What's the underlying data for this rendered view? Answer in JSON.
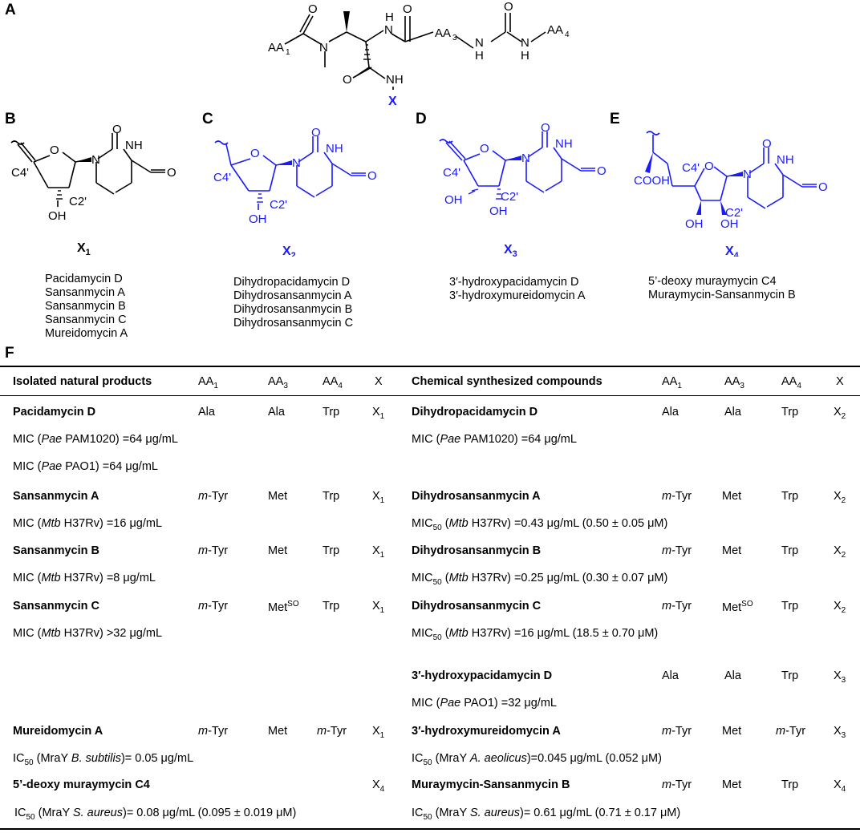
{
  "panels": {
    "A": "A",
    "B": "B",
    "C": "C",
    "D": "D",
    "E": "E",
    "F": "F"
  },
  "structure_labels": {
    "AA1": "AA",
    "AA1_sub": "1",
    "AA3": "AA",
    "AA3_sub": "3",
    "AA4": "AA",
    "AA4_sub": "4",
    "X": "X",
    "O": "O",
    "N": "N",
    "H": "H",
    "NH": "NH",
    "OH": "OH",
    "COOH": "COOH",
    "C4p": "C4'",
    "C2p": "C2'"
  },
  "scaffolds": [
    {
      "label": "X",
      "sub": "1",
      "color": "#000000",
      "compounds": [
        "Pacidamycin D",
        "Sansanmycin A",
        "Sansanmycin B",
        "Sansanmycin C",
        "Mureidomycin A"
      ]
    },
    {
      "label": "X",
      "sub": "2",
      "color": "#1a1aff",
      "compounds": [
        "Dihydropacidamycin D",
        "Dihydrosansanmycin A",
        "Dihydrosansanmycin B",
        "Dihydrosansanmycin C"
      ]
    },
    {
      "label": "X",
      "sub": "3",
      "color": "#1a1aff",
      "compounds": [
        "3′-hydroxypacidamycin D",
        "3′-hydroxymureidomycin A"
      ]
    },
    {
      "label": "X",
      "sub": "4",
      "color": "#1a1aff",
      "compounds": [
        "5’-deoxy muraymycin C4",
        "Muraymycin-Sansanmycin B"
      ]
    }
  ],
  "table": {
    "left_header": {
      "title": "Isolated natural products",
      "aa1": "AA",
      "aa1s": "1",
      "aa3": "AA",
      "aa3s": "3",
      "aa4": "AA",
      "aa4s": "4",
      "x": "X"
    },
    "right_header": {
      "title": "Chemical synthesized compounds",
      "aa1": "AA",
      "aa1s": "1",
      "aa3": "AA",
      "aa3s": "3",
      "aa4": "AA",
      "aa4s": "4",
      "x": "X"
    },
    "left": {
      "pac_name": "Pacidamycin D",
      "pac_aa1": "Ala",
      "pac_aa3": "Ala",
      "pac_aa4": "Trp",
      "pac_x": "X",
      "pac_xs": "1",
      "pac_mic1_a": "MIC (",
      "pac_mic1_i": "Pae",
      "pac_mic1_b": " PAM1020) =64 μg/mL",
      "pac_mic2_a": "MIC (",
      "pac_mic2_i": "Pae",
      "pac_mic2_b": " PAO1) =64 μg/mL",
      "sa_name": "Sansanmycin A",
      "sa_aa1_i": "m",
      "sa_aa1": "-Tyr",
      "sa_aa3": "Met",
      "sa_aa4": "Trp",
      "sa_x": "X",
      "sa_xs": "1",
      "sa_mic_a": "MIC (",
      "sa_mic_i": "Mtb",
      "sa_mic_b": " H37Rv) =16 μg/mL",
      "sb_name": "Sansanmycin B",
      "sb_aa1_i": "m",
      "sb_aa1": "-Tyr",
      "sb_aa3": "Met",
      "sb_aa4": "Trp",
      "sb_x": "X",
      "sb_xs": "1",
      "sb_mic_a": "MIC (",
      "sb_mic_i": "Mtb",
      "sb_mic_b": " H37Rv) =8 μg/mL",
      "sc_name": "Sansanmycin C",
      "sc_aa1_i": "m",
      "sc_aa1": "-Tyr",
      "sc_aa3": "Met",
      "sc_aa3_sup": "SO",
      "sc_aa4": "Trp",
      "sc_x": "X",
      "sc_xs": "1",
      "sc_mic_a": "MIC (",
      "sc_mic_i": "Mtb",
      "sc_mic_b": " H37Rv) >32 μg/mL",
      "ma_name": "Mureidomycin A",
      "ma_aa1_i": "m",
      "ma_aa1": "-Tyr",
      "ma_aa3": "Met",
      "ma_aa4_i": "m",
      "ma_aa4": "-Tyr",
      "ma_x": "X",
      "ma_xs": "1",
      "ma_ic_a": "IC",
      "ma_ic_s": "50",
      "ma_ic_b": " (MraY ",
      "ma_ic_i": "B. subtilis",
      "ma_ic_c": ")= 0.05 μg/mL",
      "mu_name": "5’-deoxy muraymycin C4",
      "mu_x": "X",
      "mu_xs": "4",
      "mu_ic_a": "IC",
      "mu_ic_s": "50",
      "mu_ic_b": " (MraY ",
      "mu_ic_i": "S. aureus",
      "mu_ic_c": ")= 0.08 μg/mL (0.095 ± 0.019 μM)"
    },
    "right": {
      "dpac_name": "Dihydropacidamycin D",
      "dpac_aa1": "Ala",
      "dpac_aa3": "Ala",
      "dpac_aa4": "Trp",
      "dpac_x": "X",
      "dpac_xs": "2",
      "dpac_mic_a": "MIC (",
      "dpac_mic_i": "Pae",
      "dpac_mic_b": " PAM1020) =64 μg/mL",
      "dsa_name": "Dihydrosansanmycin A",
      "dsa_aa1_i": "m",
      "dsa_aa1": "-Tyr",
      "dsa_aa3": "Met",
      "dsa_aa4": "Trp",
      "dsa_x": "X",
      "dsa_xs": "2",
      "dsa_mic_a": "MIC",
      "dsa_mic_s": "50",
      "dsa_mic_b": " (",
      "dsa_mic_i": "Mtb",
      "dsa_mic_c": " H37Rv) =0.43 μg/mL (0.50 ± 0.05 μM)",
      "dsb_name": "Dihydrosansanmycin B",
      "dsb_aa1_i": "m",
      "dsb_aa1": "-Tyr",
      "dsb_aa3": "Met",
      "dsb_aa4": "Trp",
      "dsb_x": "X",
      "dsb_xs": "2",
      "dsb_mic_a": "MIC",
      "dsb_mic_s": "50",
      "dsb_mic_b": " (",
      "dsb_mic_i": "Mtb",
      "dsb_mic_c": "  H37Rv) =0.25 μg/mL (0.30 ± 0.07 μM)",
      "dsc_name": "Dihydrosansanmycin C",
      "dsc_aa1_i": "m",
      "dsc_aa1": "-Tyr",
      "dsc_aa3": "Met",
      "dsc_aa3_sup": "SO",
      "dsc_aa4": "Trp",
      "dsc_x": "X",
      "dsc_xs": "2",
      "dsc_mic_a": "MIC",
      "dsc_mic_s": "50",
      "dsc_mic_b": " (",
      "dsc_mic_i": "Mtb",
      "dsc_mic_c": " H37Rv) =16 μg/mL (18.5 ± 0.70 μM)",
      "hpac_name": "3′-hydroxypacidamycin D",
      "hpac_aa1": "Ala",
      "hpac_aa3": "Ala",
      "hpac_aa4": "Trp",
      "hpac_x": "X",
      "hpac_xs": "3",
      "hpac_mic_a": "MIC (",
      "hpac_mic_i": "Pae",
      "hpac_mic_b": " PAO1) =32 μg/mL",
      "hma_name": "3′-hydroxymureidomycin A",
      "hma_aa1_i": "m",
      "hma_aa1": "-Tyr",
      "hma_aa3": "Met",
      "hma_aa4_i": "m",
      "hma_aa4": "-Tyr",
      "hma_x": "X",
      "hma_xs": "3",
      "hma_ic_a": "IC",
      "hma_ic_s": "50",
      "hma_ic_b": " (MraY ",
      "hma_ic_i": "A. aeolicus",
      "hma_ic_c": ")=0.045 μg/mL (0.052 μM)",
      "msb_name": "Muraymycin-Sansanmycin B",
      "msb_aa1_i": "m",
      "msb_aa1": "-Tyr",
      "msb_aa3": "Met",
      "msb_aa4": "Trp",
      "msb_x": "X",
      "msb_xs": "4",
      "msb_ic_a": "IC",
      "msb_ic_s": "50",
      "msb_ic_b": " (MraY ",
      "msb_ic_i": "S. aureus",
      "msb_ic_c": ")= 0.61 μg/mL (0.71 ± 0.17 μM)"
    }
  }
}
